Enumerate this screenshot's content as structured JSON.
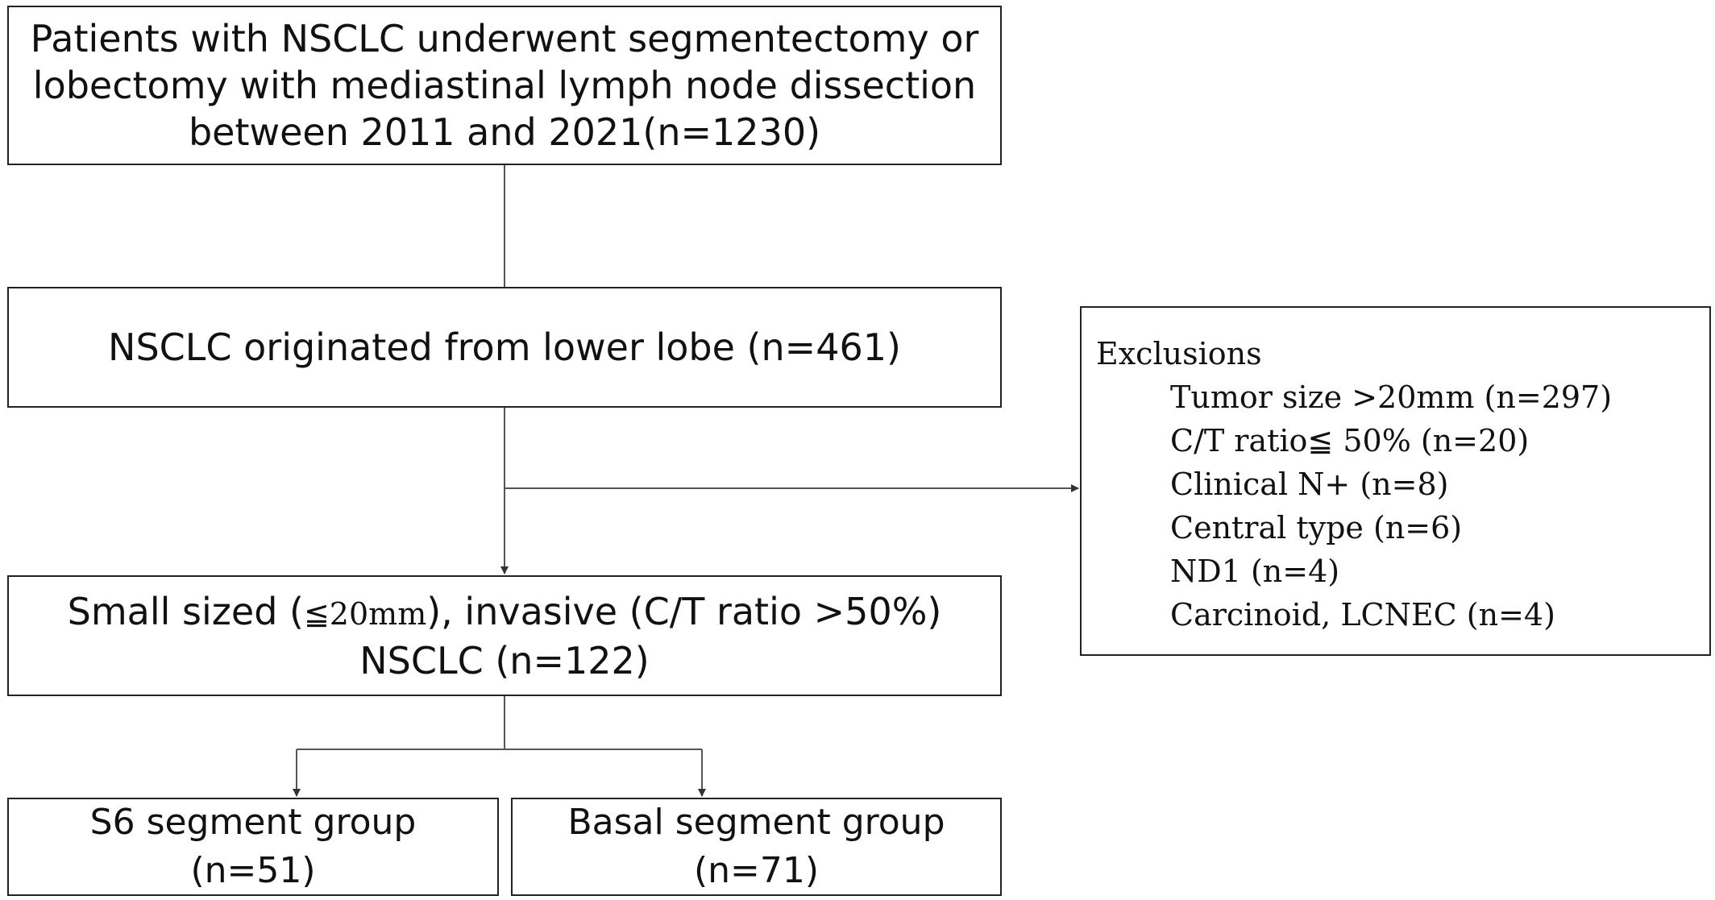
{
  "boxes": {
    "top": {
      "lines": [
        "Patients with NSCLC underwent segmentectomy or",
        "lobectomy with mediastinal lymph node dissection",
        "between 2011 and 2021(n=1230)"
      ]
    },
    "lower_lobe": {
      "text": "NSCLC originated from lower lobe (n=461)"
    },
    "small_sized": {
      "line1_a": "Small sized (",
      "line1_serif": "≦20mm",
      "line1_b": "), invasive (C/T ratio >50%)",
      "line2": "NSCLC (n=122)"
    },
    "s6": {
      "line1": "S6 segment group",
      "line2": "(n=51)"
    },
    "basal": {
      "line1": "Basal segment group",
      "line2": "(n=71)"
    },
    "exclusions": {
      "title": "Exclusions",
      "items": [
        "Tumor size >20mm (n=297)",
        "C/T ratio≦ 50% (n=20)",
        "Clinical N+ (n=8)",
        "Central type (n=6)",
        "ND1 (n=4)",
        "Carcinoid, LCNEC (n=4)"
      ]
    }
  }
}
